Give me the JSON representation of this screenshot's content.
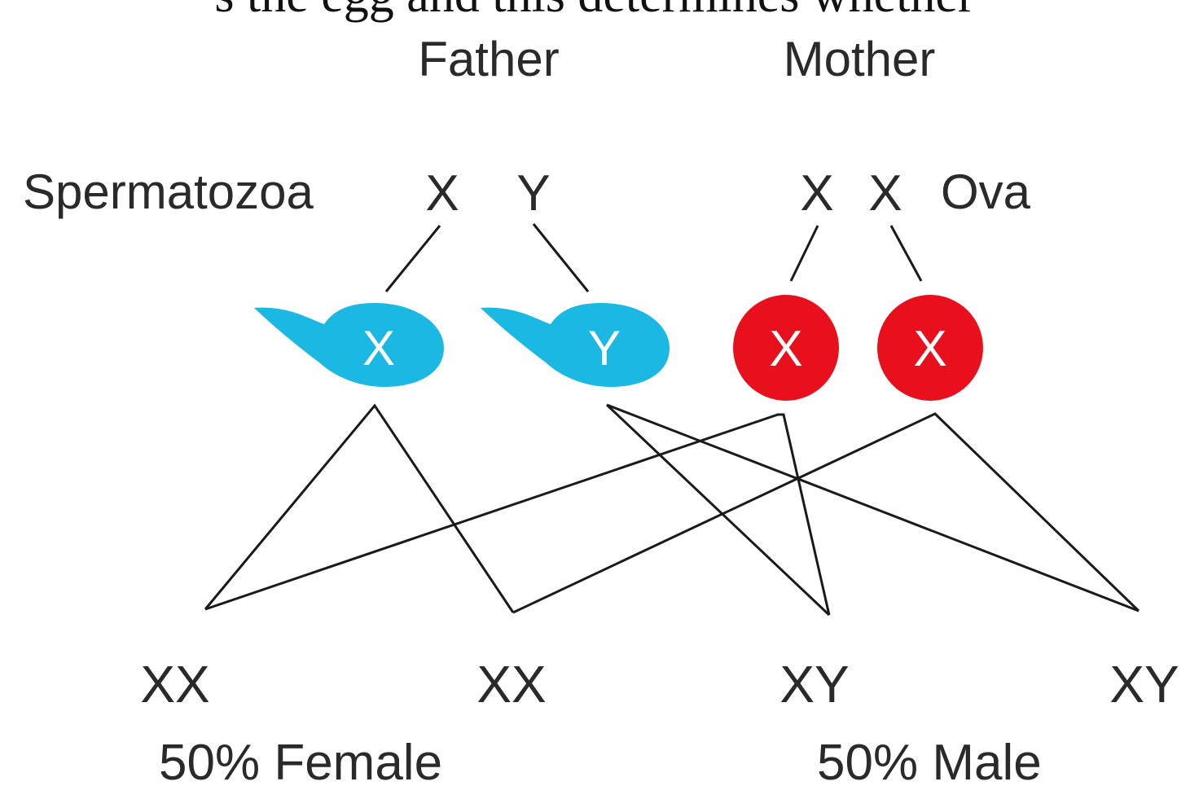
{
  "top_cut_text": "s the egg and this determines whether",
  "parents": {
    "father": "Father",
    "mother": "Mother"
  },
  "gamete_labels": {
    "sperm": "Spermatozoa",
    "ova": "Ova"
  },
  "father_chromosomes": [
    "X",
    "Y"
  ],
  "mother_chromosomes": [
    "X",
    "X"
  ],
  "sperm_cells": [
    "X",
    "Y"
  ],
  "egg_cells": [
    "X",
    "X"
  ],
  "offspring": [
    "XX",
    "XX",
    "XY",
    "XY"
  ],
  "outcomes": {
    "female": "50% Female",
    "male": "50% Male"
  },
  "colors": {
    "sperm": "#1ab8e2",
    "egg": "#e8101c",
    "line": "#1a1a1a",
    "text": "#2a2a2a"
  },
  "icons": [
    "sperm-cell-icon",
    "egg-cell-icon"
  ]
}
